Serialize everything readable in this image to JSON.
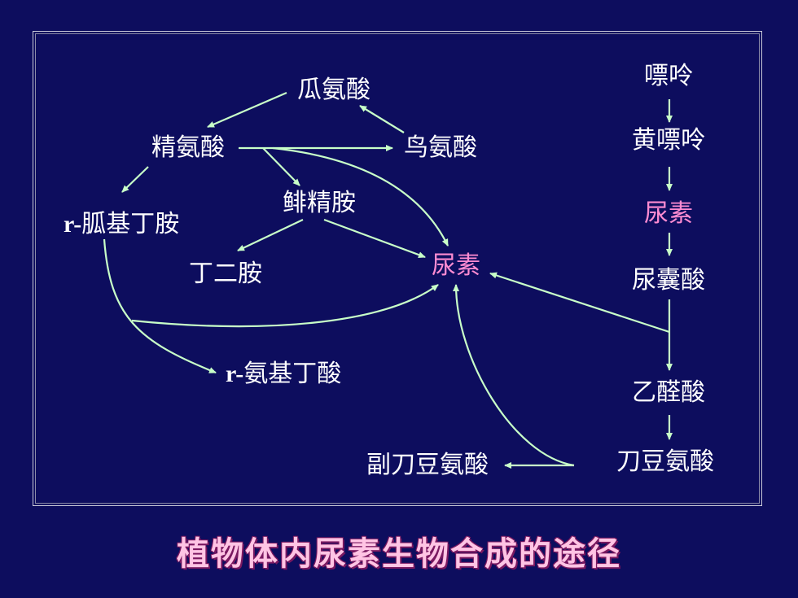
{
  "nodes": {
    "guaansuan": "瓜氨酸",
    "jingansuan": "精氨酸",
    "niaoansuan": "鸟氨酸",
    "feijingan": "鲱精胺",
    "rguaji_prefix": "r-",
    "rguaji_text": "胍基丁胺",
    "dingeran": "丁二胺",
    "niaosu_center": "尿素",
    "ranji_prefix": "r-",
    "ranji_text": "氨基丁酸",
    "fudaodou": "副刀豆氨酸",
    "daodou": "刀豆氨酸",
    "piaoling": "嘌呤",
    "huangpiaoling": "黄嘌呤",
    "niaosu_right": "尿素",
    "niaonangsuan": "尿囊酸",
    "yiquansuan": "乙醛酸"
  },
  "caption": "植物体内尿素生物合成的途径",
  "colors": {
    "background": "#0d0d5e",
    "arrow": "#c8ffc8",
    "text": "#ffffff",
    "highlight": "#ff8cd2",
    "caption": "#ffc4e4"
  }
}
